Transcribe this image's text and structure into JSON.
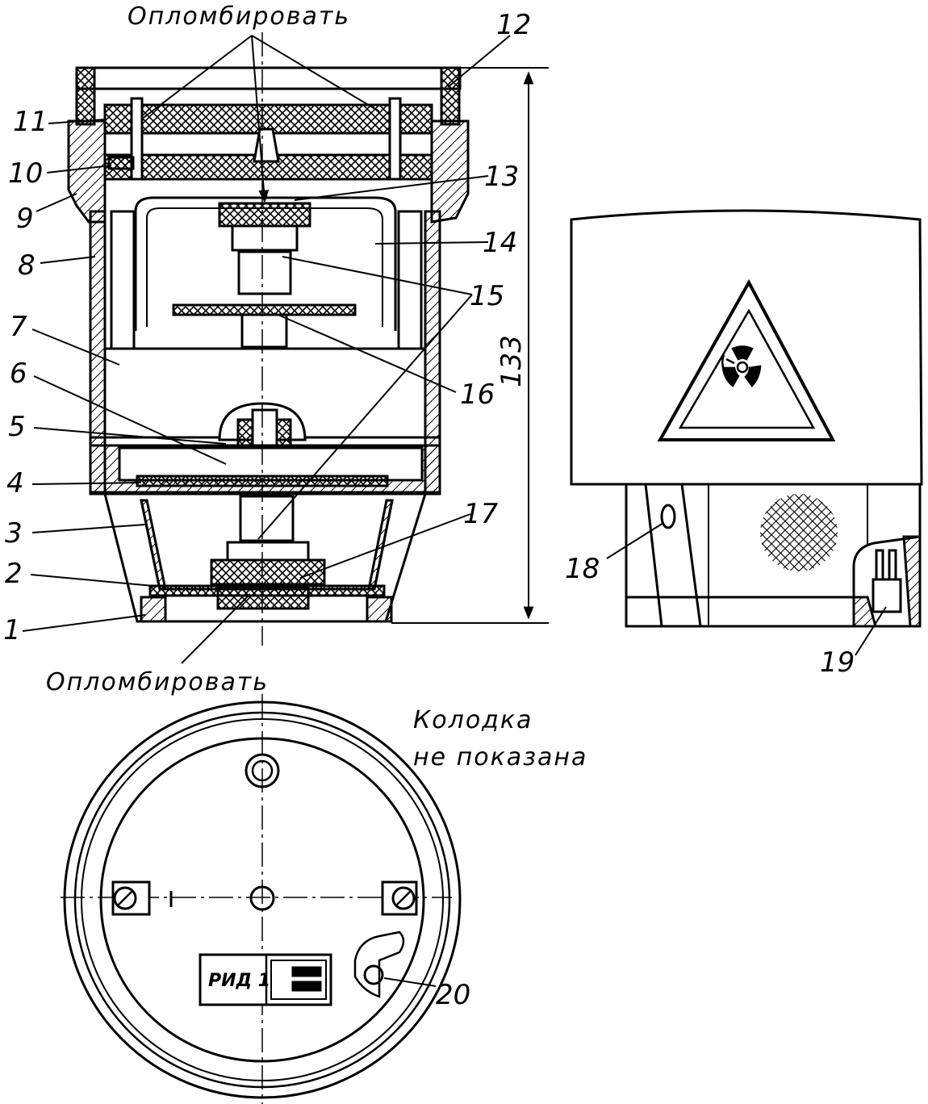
{
  "colors": {
    "ink": "#000000",
    "paper": "#ffffff"
  },
  "captions": {
    "seal_top": "Опломбировать",
    "seal_bottom": "Опломбировать",
    "block_line1": "Колодка",
    "block_line2": "не показана"
  },
  "dimension": {
    "height_value": "133"
  },
  "nameplate": {
    "text": "РИД 1"
  },
  "symbols": {
    "warning_sign": "radiation-warning-icon",
    "grille": "mesh-grille-icon"
  },
  "callouts": [
    {
      "id": "1",
      "label": "1"
    },
    {
      "id": "2",
      "label": "2"
    },
    {
      "id": "3",
      "label": "3"
    },
    {
      "id": "4",
      "label": "4"
    },
    {
      "id": "5",
      "label": "5"
    },
    {
      "id": "6",
      "label": "6"
    },
    {
      "id": "7",
      "label": "7"
    },
    {
      "id": "8",
      "label": "8"
    },
    {
      "id": "9",
      "label": "9"
    },
    {
      "id": "10",
      "label": "10"
    },
    {
      "id": "11",
      "label": "11"
    },
    {
      "id": "12",
      "label": "12"
    },
    {
      "id": "13",
      "label": "13"
    },
    {
      "id": "14",
      "label": "14"
    },
    {
      "id": "15",
      "label": "15"
    },
    {
      "id": "16",
      "label": "16"
    },
    {
      "id": "17",
      "label": "17"
    },
    {
      "id": "18",
      "label": "18"
    },
    {
      "id": "19",
      "label": "19"
    },
    {
      "id": "20",
      "label": "20"
    }
  ]
}
